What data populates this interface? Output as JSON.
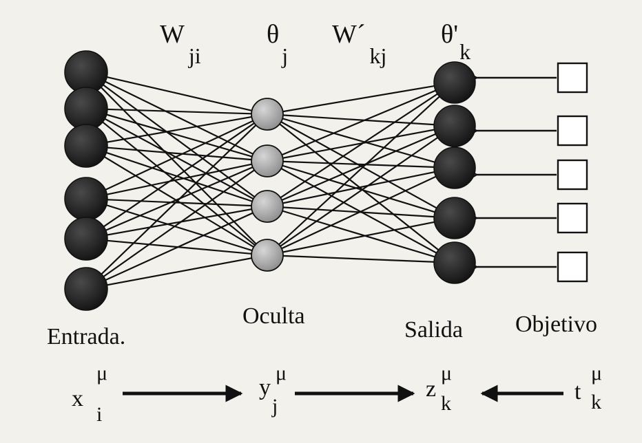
{
  "params": {
    "weights_in": {
      "main": "W",
      "sub": "ji"
    },
    "bias_hidden": {
      "main": "θ",
      "sub": "j"
    },
    "weights_out": {
      "main": "W´",
      "sub": "kj"
    },
    "bias_output": {
      "main": "θ'",
      "sub": "k"
    }
  },
  "layers": {
    "input": {
      "label": "Entrada.",
      "count": 6
    },
    "hidden": {
      "label": "Oculta",
      "count": 4
    },
    "output": {
      "label": "Salida",
      "count": 5
    },
    "target": {
      "label": "Objetivo",
      "count": 5
    }
  },
  "signals": {
    "x": {
      "base": "x",
      "sup": "μ",
      "sub": "i"
    },
    "y": {
      "base": "y",
      "sup": "μ",
      "sub": "j"
    },
    "z": {
      "base": "z",
      "sup": "μ",
      "sub": "k"
    },
    "t": {
      "base": "t",
      "sup": "μ",
      "sub": "k"
    }
  },
  "colors": {
    "ink": "#111111",
    "input_node": "#1c1c1c",
    "output_node": "#1c1c1c",
    "hidden_node": "#a9a9a9",
    "target_box": "#ffffff"
  }
}
